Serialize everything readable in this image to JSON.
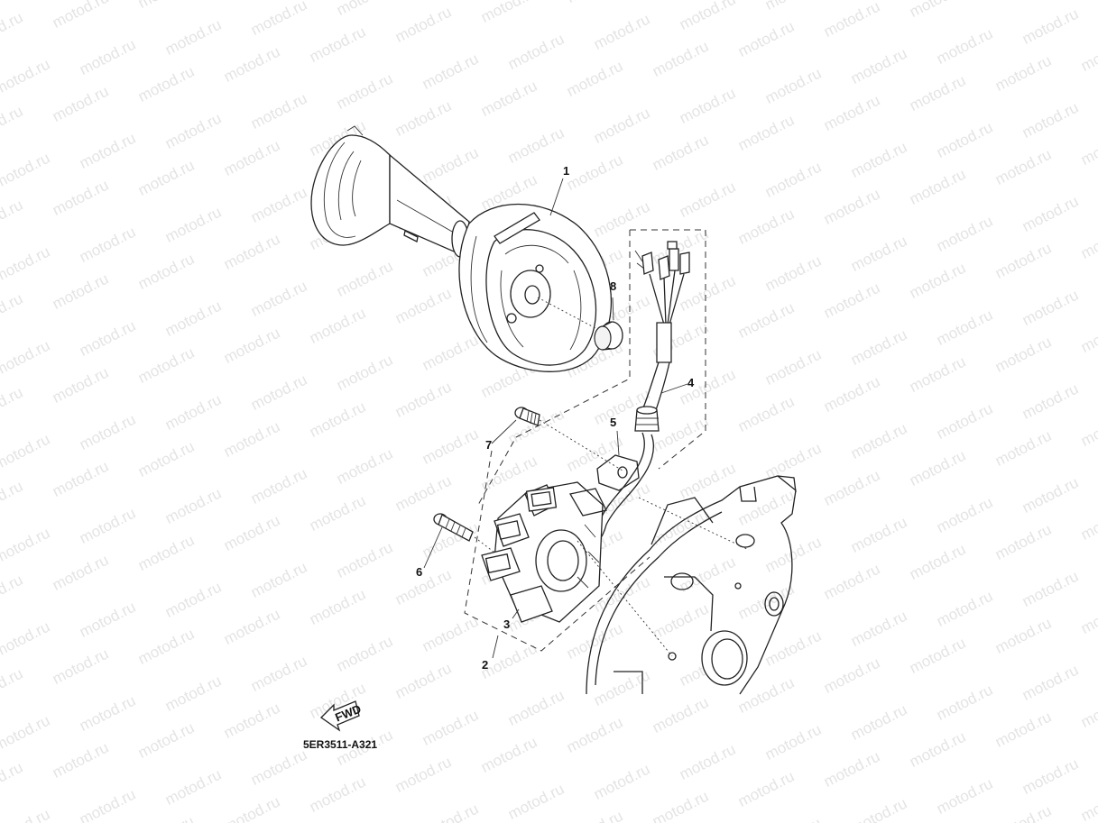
{
  "watermark": {
    "text": "motod.ru"
  },
  "callouts": {
    "part_1": "1",
    "part_2": "2",
    "part_3": "3",
    "part_4": "4",
    "part_5": "5",
    "part_6": "6",
    "part_7": "7",
    "part_8": "8"
  },
  "fwd_arrow": {
    "label": "FWD"
  },
  "diagram_code": "5ER3511-A321"
}
